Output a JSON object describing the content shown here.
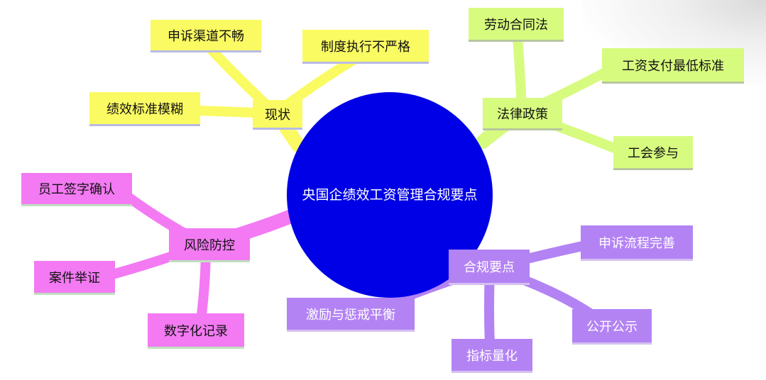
{
  "center": {
    "label": "央国企绩效工资管理合规要点"
  },
  "branches": {
    "status": {
      "label": "现状",
      "color": "#fafa62",
      "children": [
        "申诉渠道不畅",
        "制度执行不严格",
        "绩效标准模糊"
      ]
    },
    "law": {
      "label": "法律政策",
      "color": "#d7fb7f",
      "children": [
        "劳动合同法",
        "工资支付最低标准",
        "工会参与"
      ]
    },
    "risk": {
      "label": "风险防控",
      "color": "#f37af3",
      "children": [
        "员工签字确认",
        "案件举证",
        "数字化记录"
      ]
    },
    "compliance": {
      "label": "合规要点",
      "color": "#b383f4",
      "children": [
        "申诉流程完善",
        "激励与惩戒平衡",
        "公开公示",
        "指标量化"
      ]
    }
  },
  "colors": {
    "center": "#0000e6",
    "background": "#ffffff"
  }
}
